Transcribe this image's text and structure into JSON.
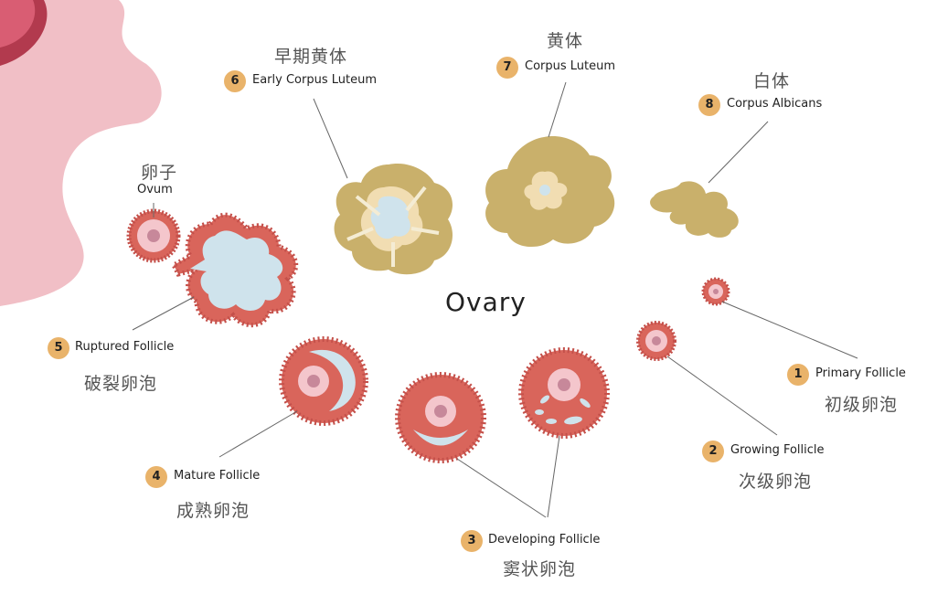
{
  "title": "Ovary",
  "stages": {
    "s1": {
      "num": "1",
      "en": "Primary Follicle",
      "zh": "初级卵泡"
    },
    "s2": {
      "num": "2",
      "en": "Growing Follicle",
      "zh": "次级卵泡"
    },
    "s3": {
      "num": "3",
      "en": "Developing Follicle",
      "zh": "窦状卵泡"
    },
    "s4": {
      "num": "4",
      "en": "Mature Follicle",
      "zh": "成熟卵泡"
    },
    "s5": {
      "num": "5",
      "en": "Ruptured Follicle",
      "zh": "破裂卵泡"
    },
    "s6": {
      "num": "6",
      "en": "Early Corpus Luteum",
      "zh": "早期黄体"
    },
    "s7": {
      "num": "7",
      "en": "Corpus Luteum",
      "zh": "黄体"
    },
    "s8": {
      "num": "8",
      "en": "Corpus Albicans",
      "zh": "白体"
    }
  },
  "ovum": {
    "en": "Ovum",
    "zh": "卵子"
  },
  "colors": {
    "follicle_red": "#d9655b",
    "antrum_blue": "#cfe3ec",
    "oocyte_pink": "#f4c6cc",
    "luteum_gold": "#c9b06b",
    "badge": "#e9b36a",
    "tube_pink": "#f1bfc6"
  }
}
